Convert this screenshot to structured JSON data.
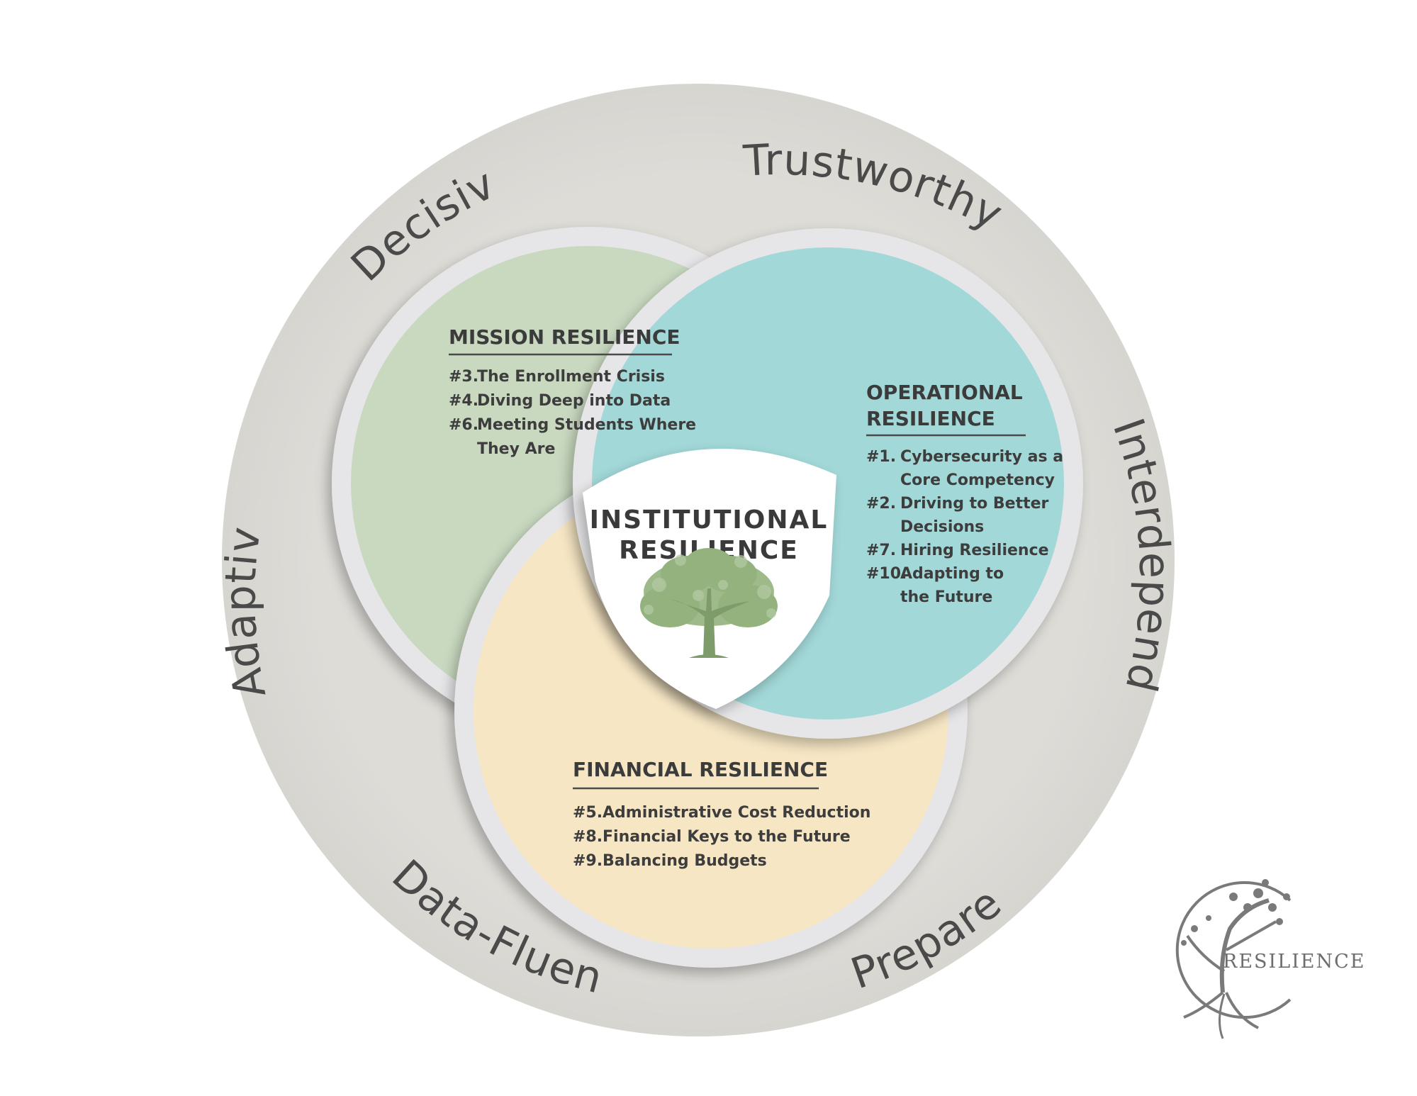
{
  "ring_words": {
    "trustworthy": "Trustworthy",
    "decisive": "Decisive",
    "interdependent": "Interdependent",
    "adaptive": "Adaptive",
    "data_fluent": "Data-Fluent",
    "prepared": "Prepared"
  },
  "mission": {
    "title": "MISSION RESILIENCE",
    "items": [
      {
        "num": "#3.",
        "lines": [
          "The Enrollment Crisis"
        ]
      },
      {
        "num": "#4.",
        "lines": [
          "Diving Deep into Data"
        ]
      },
      {
        "num": "#6.",
        "lines": [
          "Meeting Students Where",
          "They Are"
        ]
      }
    ]
  },
  "operational": {
    "title_lines": [
      "OPERATIONAL",
      "RESILIENCE"
    ],
    "items": [
      {
        "num": "#1.",
        "lines": [
          "Cybersecurity as a",
          "Core Competency"
        ]
      },
      {
        "num": "#2.",
        "lines": [
          "Driving to Better",
          "Decisions"
        ]
      },
      {
        "num": "#7.",
        "lines": [
          "Hiring Resilience"
        ]
      },
      {
        "num": "#10.",
        "lines": [
          "Adapting to",
          "the Future"
        ]
      }
    ]
  },
  "financial": {
    "title": "FINANCIAL RESILIENCE",
    "items": [
      {
        "num": "#5.",
        "lines": [
          "Administrative Cost Reduction"
        ]
      },
      {
        "num": "#8.",
        "lines": [
          "Financial Keys to the Future"
        ]
      },
      {
        "num": "#9.",
        "lines": [
          "Balancing Budgets"
        ]
      }
    ]
  },
  "center": {
    "title_lines": [
      "INSTITUTIONAL",
      "RESILIENCE"
    ]
  },
  "logo": {
    "word": "RESILIENCE"
  },
  "colors": {
    "outer_ring": "#dcdbd6",
    "mission_fill": "#c9d9c0",
    "operational_fill": "#a2d8d8",
    "financial_fill": "#f6e6c4",
    "circle_border": "#e4e4e6",
    "text": "#3b3b3b",
    "tree_green": "#94b27e",
    "logo_gray": "#6e6e6e"
  },
  "icons": {
    "center": "tree-icon",
    "logo": "tree-logo-icon"
  }
}
